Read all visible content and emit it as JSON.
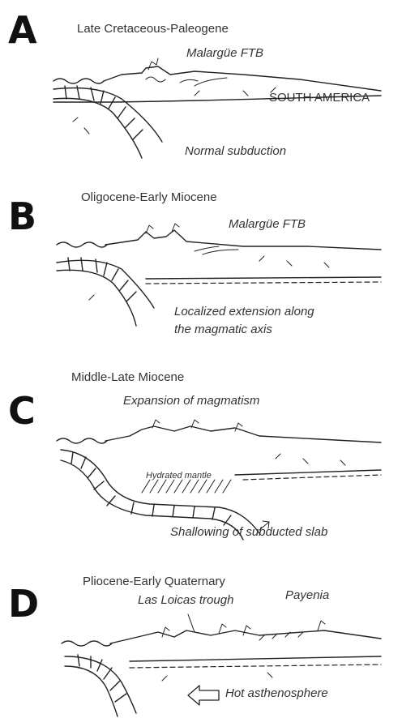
{
  "panels": [
    {
      "letter": "A",
      "period": "Late Cretaceous-Paleogene",
      "labels": [
        "Malargüe FTB",
        "SOUTH AMERICA",
        "Normal subduction"
      ]
    },
    {
      "letter": "B",
      "period": "Oligocene-Early Miocene",
      "labels": [
        "Malargüe FTB",
        "Localized extension along",
        "the magmatic axis"
      ]
    },
    {
      "letter": "C",
      "period": "Middle-Late Miocene",
      "labels": [
        "Expansion of magmatism",
        "Hydrated mantle",
        "Shallowing of subducted slab"
      ]
    },
    {
      "letter": "D",
      "period": "Pliocene-Early Quaternary",
      "labels": [
        "Las Loicas trough",
        "Payenia",
        "Hot asthenosphere"
      ]
    }
  ]
}
